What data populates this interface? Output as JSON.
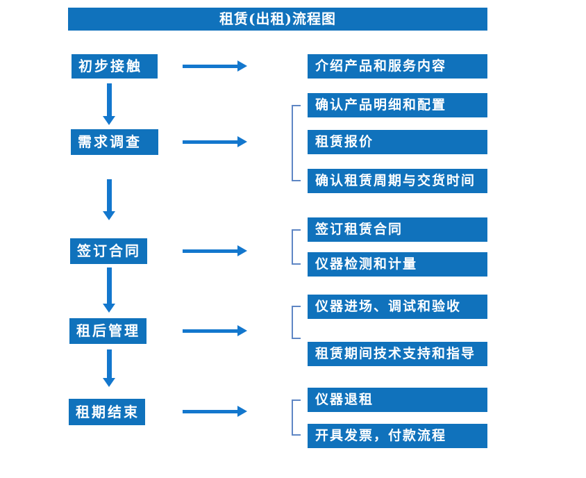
{
  "title": "租赁(出租)流程图",
  "colors": {
    "box_blue": "#1072BC",
    "arrow_blue": "#1377CD",
    "bracket_blue": "#5E86C4",
    "text_white": "#FFFFFF"
  },
  "steps": [
    {
      "label": "初步接触",
      "details": [
        "介绍产品和服务内容"
      ]
    },
    {
      "label": "需求调查",
      "details": [
        "确认产品明细和配置",
        "租赁报价",
        "确认租赁周期与交货时间"
      ]
    },
    {
      "label": "签订合同",
      "details": [
        "签订租赁合同",
        "仪器检测和计量"
      ]
    },
    {
      "label": "租后管理",
      "details": [
        "仪器进场、调试和验收",
        "租赁期间技术支持和指导"
      ]
    },
    {
      "label": "租期结束",
      "details": [
        "仪器退租",
        "开具发票，付款流程"
      ]
    }
  ]
}
